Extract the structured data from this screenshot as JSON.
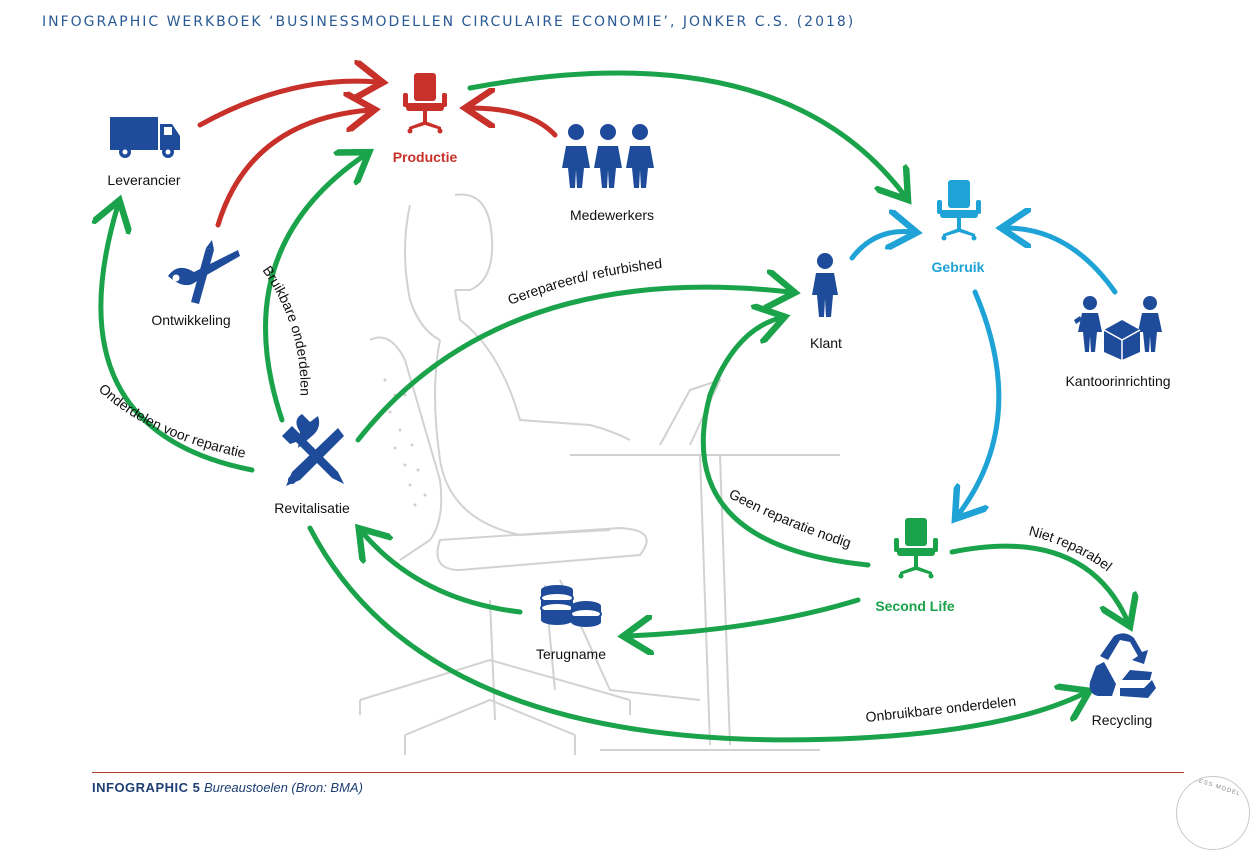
{
  "header": {
    "title": "INFOGRAPHIC WERKBOEK ‘BUSINESSMODELLEN CIRCULAIRE ECONOMIE’, JONKER C.S. (2018)"
  },
  "footer": {
    "label": "INFOGRAPHIC 5",
    "caption": "Bureaustoelen (Bron: BMA)"
  },
  "seal": {
    "text": "SINESS MODEL"
  },
  "colors": {
    "red": "#c8312a",
    "green": "#1aa34a",
    "cyan": "#1fa3d6",
    "navy": "#1e4b9a",
    "sketch": "#d2d2d2"
  },
  "nodes": {
    "leverancier": "Leverancier",
    "ontwikkeling": "Ontwikkeling",
    "productie": "Productie",
    "medewerkers": "Medewerkers",
    "gebruik": "Gebruik",
    "klant": "Klant",
    "kantoorinrichting": "Kantoorinrichting",
    "revitalisatie": "Revitalisatie",
    "second_life": "Second Life",
    "terugname": "Terugname",
    "recycling": "Recycling"
  },
  "flows": {
    "bruikbare_onderdelen": "Bruikbare onderdelen",
    "onderdelen_voor_reparatie": "Onderdelen voor reparatie",
    "gerepareerd": "Gerepareerd/ refurbished",
    "geen_reparatie": "Geen reparatie nodig",
    "niet_reparabel": "Niet reparabel",
    "onbruikbare_onderdelen": "Onbruikbare onderdelen"
  },
  "icons": [
    "truck-icon",
    "pen-brush-icon",
    "office-chair-icon",
    "people-icon",
    "person-icon",
    "workers-box-icon",
    "tools-icon",
    "coins-icon",
    "recycle-icon"
  ]
}
